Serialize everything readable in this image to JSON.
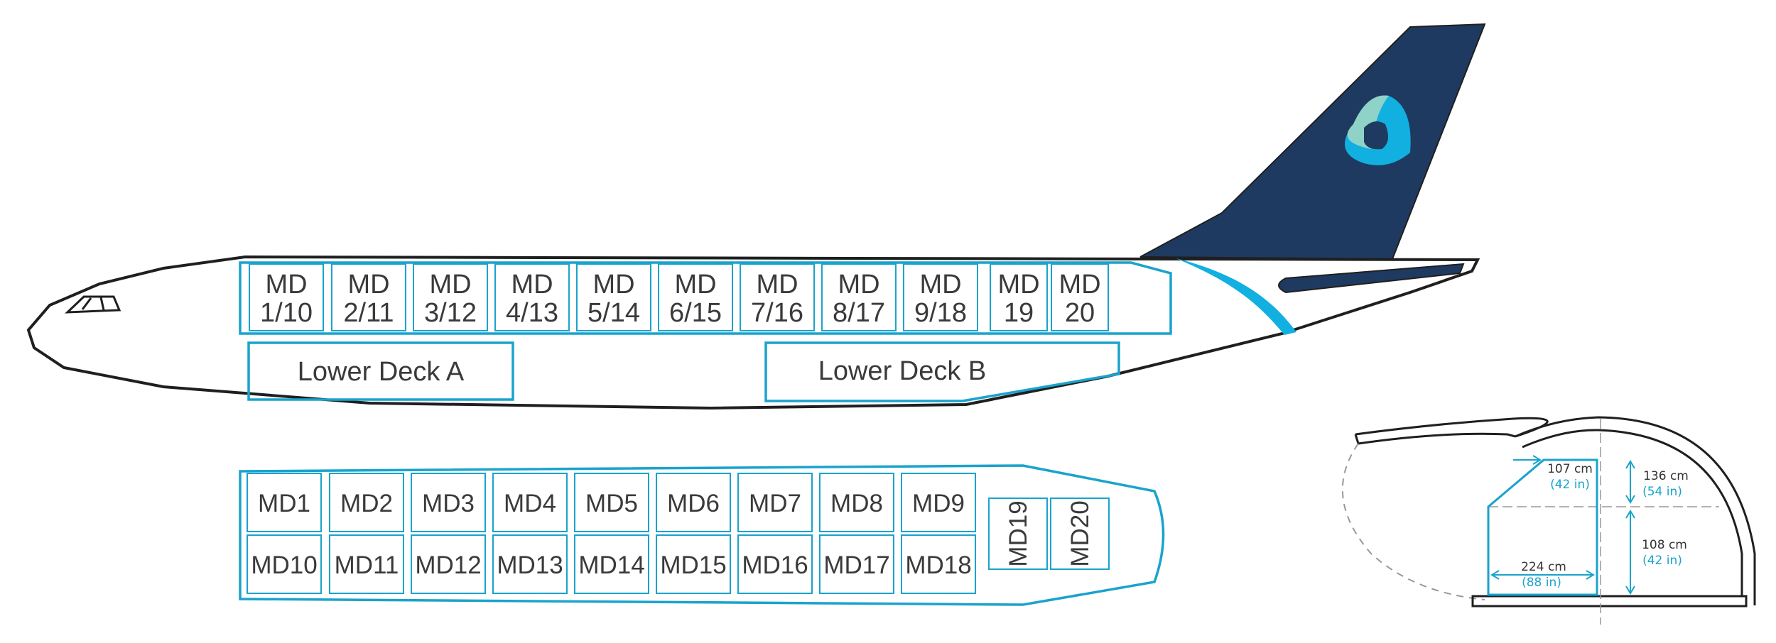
{
  "colors": {
    "accent": "#1aa3cc",
    "tail": "#1f3a60",
    "outline": "#1f1f1f",
    "text": "#3a3a3a",
    "logo_light": "#8fd3c8",
    "logo_blue": "#11b0e0"
  },
  "side_view": {
    "upper_positions": [
      {
        "l1": "MD",
        "l2": "1/10"
      },
      {
        "l1": "MD",
        "l2": "2/11"
      },
      {
        "l1": "MD",
        "l2": "3/12"
      },
      {
        "l1": "MD",
        "l2": "4/13"
      },
      {
        "l1": "MD",
        "l2": "5/14"
      },
      {
        "l1": "MD",
        "l2": "6/15"
      },
      {
        "l1": "MD",
        "l2": "7/16"
      },
      {
        "l1": "MD",
        "l2": "8/17"
      },
      {
        "l1": "MD",
        "l2": "9/18"
      },
      {
        "l1": "MD",
        "l2": "19"
      },
      {
        "l1": "MD",
        "l2": "20"
      }
    ],
    "lower_deck_a": "Lower Deck A",
    "lower_deck_b": "Lower Deck B"
  },
  "top_view": {
    "row1": [
      "MD1",
      "MD2",
      "MD3",
      "MD4",
      "MD5",
      "MD6",
      "MD7",
      "MD8",
      "MD9"
    ],
    "row2": [
      "MD10",
      "MD11",
      "MD12",
      "MD13",
      "MD14",
      "MD15",
      "MD16",
      "MD17",
      "MD18"
    ],
    "rotated": [
      "MD19",
      "MD20"
    ]
  },
  "cross_section": {
    "top_width": "107 cm",
    "top_width_in": "(42 in)",
    "upper_height": "136 cm",
    "upper_height_in": "(54 in)",
    "lower_height": "108 cm",
    "lower_height_in": "(42 in)",
    "base_width": "224 cm",
    "base_width_in": "(88 in)"
  }
}
